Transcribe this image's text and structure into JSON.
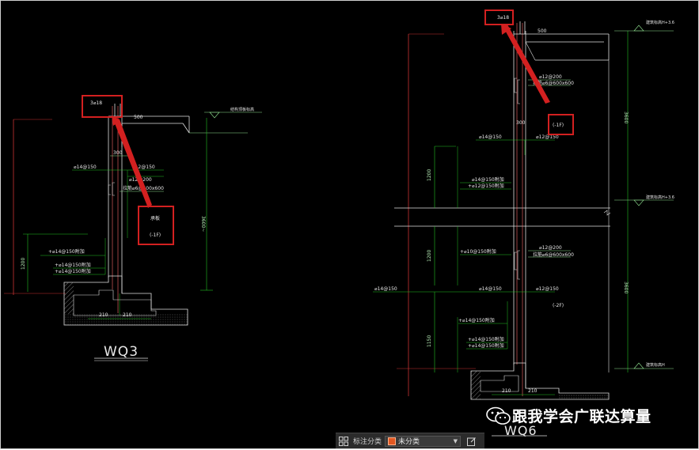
{
  "drawing": {
    "wq3": {
      "title": "WQ3",
      "rebar_top": "3⌀18",
      "dim_500": "500",
      "dim_300": "300",
      "rebar_h": "⌀14@150",
      "rebar_v": "⌀12@150",
      "stirrup": "⌀12@200",
      "tie": "拉筋⌀6@600x600",
      "level_mark": "结构顶板标高",
      "height_dim": "3600~",
      "height_1200": "1200",
      "add_bar_1": "+⌀14@150附加",
      "add_bar_2": "+⌀14@150附加",
      "add_bar_3": "+⌀14@150附加",
      "dim_210a": "210",
      "dim_210b": "210",
      "callout_1": "承板",
      "callout_2": "(-1F)"
    },
    "wq6": {
      "title": "WQ6",
      "rebar_top": "3⌀18",
      "dim_500": "500",
      "dim_300": "300",
      "stirrup_1": "⌀12@200",
      "tie_1": "拉筋⌀6@600x600",
      "rebar_h_1": "⌀14@150",
      "rebar_v_1": "⌀12@150",
      "callout": "(-1F)",
      "add_bar_a": "⌀14@150附加",
      "add_bar_b": "+⌀12@150附加",
      "dim_1200a": "1200",
      "add_bar_c": "+⌀10@150附加",
      "dim_1200b": "1200",
      "stirrup_2": "⌀12@200",
      "tie_2": "拉筋⌀6@600x600",
      "rebar_h_2": "⌀14@150",
      "rebar_left": "⌀14@150",
      "rebar_v_2": "⌀12@150",
      "level_2f": "(-2F)",
      "add_bar_d": "+⌀14@150附加",
      "add_bar_e": "+⌀14@150附加",
      "add_bar_f": "+⌀14@150附加",
      "dim_1150": "1150",
      "dim_210a": "210",
      "dim_210b": "210",
      "level_top": "建筑标高H+3.6",
      "level_mid": "建筑标高H+3.6",
      "level_bot": "建筑标高H",
      "height_top": "3600",
      "height_bot": "3600"
    }
  },
  "statusbar": {
    "label": "标注分类",
    "selected": "未分类"
  },
  "watermark": {
    "text": "跟我学会广联达算量"
  },
  "colors": {
    "background": "#000000",
    "highlight": "#d32020",
    "dimension_green": "#22c022",
    "section_red": "#c83232"
  }
}
